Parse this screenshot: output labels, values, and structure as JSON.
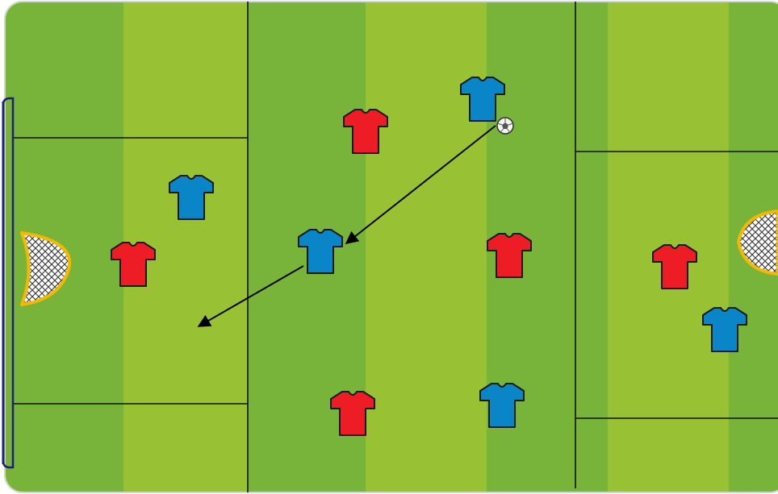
{
  "colors": {
    "stripe_dark": "#79b43a",
    "stripe_light": "#98c234",
    "line": "#111111",
    "team_red": "#ee1c25",
    "team_blue": "#0a86c8",
    "goal_frame": "#f5b800",
    "frame_border": "#1a1f7a"
  },
  "teams": {
    "blue": {
      "name": "",
      "color": "#0a86c8"
    },
    "red": {
      "name": "",
      "color": "#ee1c25"
    }
  },
  "players": [
    {
      "team": "blue",
      "id": "blue-1",
      "has_ball": true
    },
    {
      "team": "red",
      "id": "red-1"
    },
    {
      "team": "blue",
      "id": "blue-2"
    },
    {
      "team": "red",
      "id": "red-2"
    },
    {
      "team": "blue",
      "id": "blue-3"
    },
    {
      "team": "red",
      "id": "red-3"
    },
    {
      "team": "red",
      "id": "red-4"
    },
    {
      "team": "blue",
      "id": "blue-4"
    },
    {
      "team": "red",
      "id": "red-5"
    },
    {
      "team": "blue",
      "id": "blue-5"
    }
  ],
  "ball": {
    "icon": "soccer-ball-icon"
  },
  "passes": [
    {
      "from": "blue-1",
      "to": "blue-3",
      "type": "pass"
    },
    {
      "from": "blue-3",
      "to": "space",
      "type": "pass"
    }
  ],
  "zones": [
    "left-zone",
    "middle-zone",
    "right-zone"
  ],
  "goals": [
    {
      "side": "left",
      "icon": "goal-net-icon"
    },
    {
      "side": "right",
      "icon": "goal-net-icon"
    }
  ]
}
